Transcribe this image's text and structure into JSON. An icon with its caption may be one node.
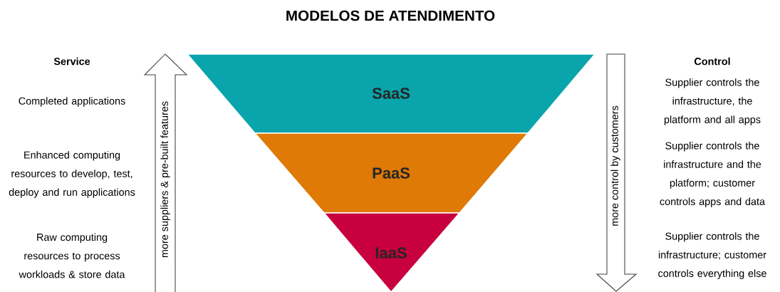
{
  "diagram": {
    "title": "MODELOS DE ATENDIMENTO",
    "nodes": [
      {
        "text": [
          "SaaS"
        ]
      },
      {
        "text": [
          "PaaS"
        ]
      },
      {
        "text": [
          "IaaS"
        ]
      }
    ],
    "labels": [
      "Service",
      "Completed applications",
      "Enhanced computing resources to develop, test, deploy and run applications",
      "Raw computing resources to process workloads & store data",
      "more suppliers & pre-built features",
      "more control by customers",
      "Control",
      "Supplier controls the infrastructure, the platform and all apps",
      "Supplier controls the infrastructure and the platform; customer controls apps and data",
      "Supplier controls the infrastructure; customer controls everything else"
    ]
  }
}
